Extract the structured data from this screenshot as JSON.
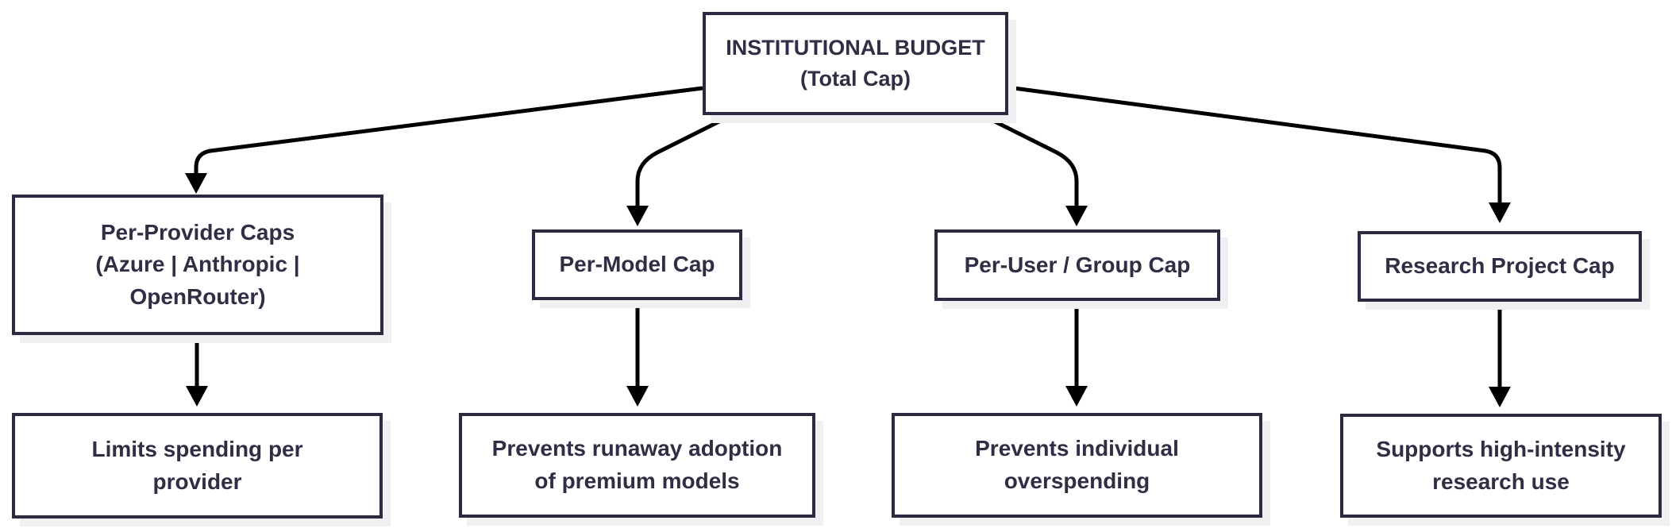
{
  "diagram": {
    "type": "flowchart-top-down",
    "root": {
      "label": "INSTITUTIONAL BUDGET\n(Total Cap)"
    },
    "branches": [
      {
        "cap": "Per-Provider Caps\n(Azure | Anthropic |\nOpenRouter)",
        "benefit": "Limits spending per\nprovider"
      },
      {
        "cap": "Per-Model Cap",
        "benefit": "Prevents runaway adoption\nof premium models"
      },
      {
        "cap": "Per-User / Group Cap",
        "benefit": "Prevents individual\noverspending"
      },
      {
        "cap": "Research Project Cap",
        "benefit": "Supports high-intensity\nresearch use"
      }
    ],
    "colors": {
      "node_border": "#2a2a40",
      "node_text": "#2e2e44",
      "node_fill": "#ffffff",
      "edge": "#000000",
      "shadow": "#f0f0f2",
      "background": "#ffffff"
    }
  }
}
